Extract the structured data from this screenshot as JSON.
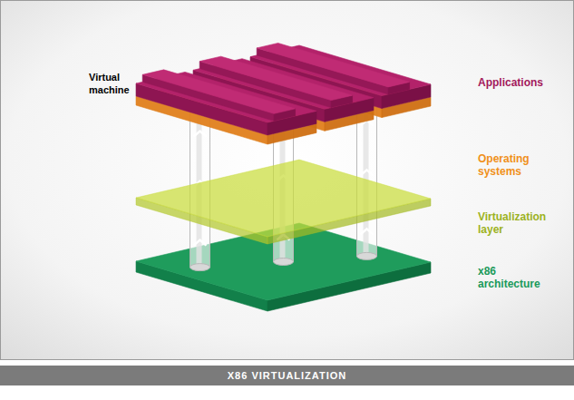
{
  "diagram": {
    "caption": "X86 VIRTUALIZATION",
    "labels": [
      "Virtual machine",
      "Applications",
      "Operating systems",
      "Virtualization layer",
      "x86 architecture"
    ]
  }
}
